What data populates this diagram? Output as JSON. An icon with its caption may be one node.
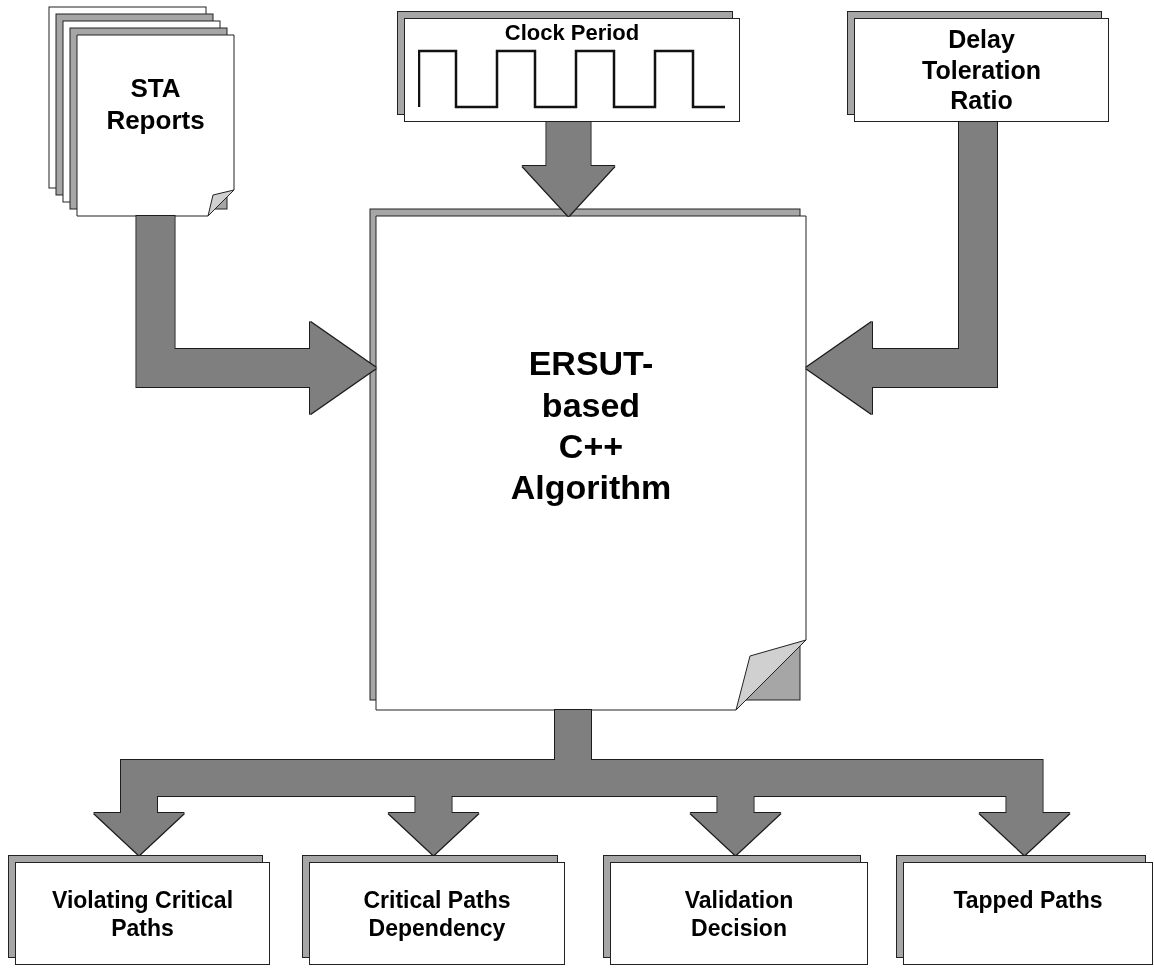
{
  "diagram": {
    "nodes": [
      {
        "text": [
          "STA Reports"
        ]
      },
      {
        "text": [
          "Clock Period"
        ]
      },
      {
        "text": [
          "Delay Toleration Ratio"
        ]
      },
      {
        "text": [
          "ERSUT-based C++ Algorithm"
        ]
      },
      {
        "text": [
          "Violating Critical Paths"
        ]
      },
      {
        "text": [
          "Critical Paths Dependency"
        ]
      },
      {
        "text": [
          "Validation Decision"
        ]
      },
      {
        "text": [
          "Tapped Paths"
        ]
      }
    ],
    "edges": [
      {
        "from": 0,
        "to": 3,
        "arrow": "to"
      },
      {
        "from": 1,
        "to": 3,
        "arrow": "to"
      },
      {
        "from": 2,
        "to": 3,
        "arrow": "to"
      },
      {
        "from": 3,
        "to": 4,
        "arrow": "to"
      },
      {
        "from": 3,
        "to": 5,
        "arrow": "to"
      },
      {
        "from": 3,
        "to": 6,
        "arrow": "to"
      },
      {
        "from": 3,
        "to": 7,
        "arrow": "to"
      }
    ]
  }
}
